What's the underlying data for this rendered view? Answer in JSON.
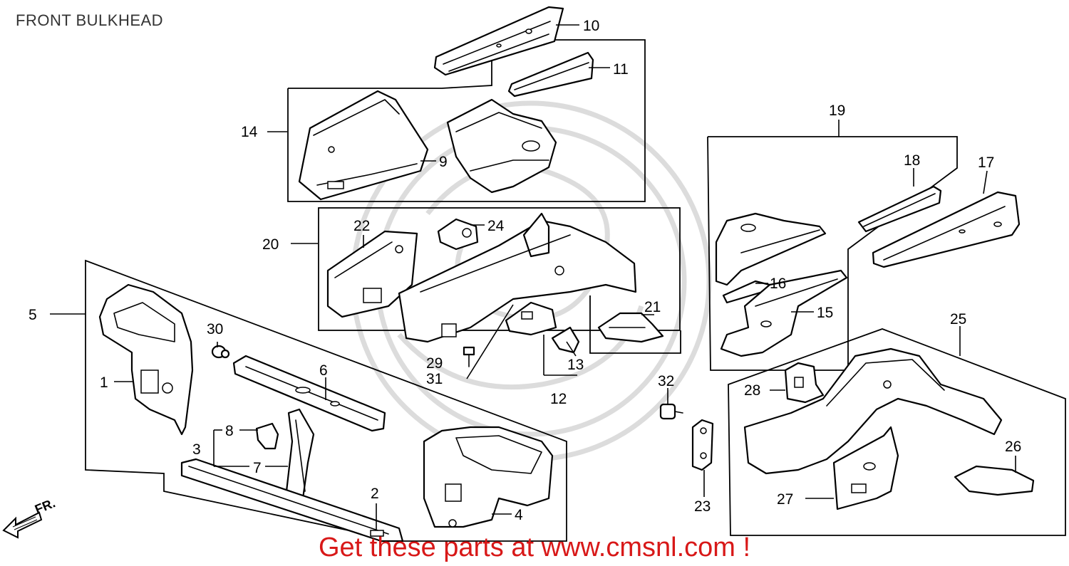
{
  "page_title": "FRONT BULKHEAD",
  "front_arrow_label": "FR.",
  "footer_text": "Get these parts at www.cmsnl.com !",
  "callouts": {
    "c1": "1",
    "c2": "2",
    "c3": "3",
    "c4": "4",
    "c5": "5",
    "c6": "6",
    "c7": "7",
    "c8": "8",
    "c9": "9",
    "c10": "10",
    "c11": "11",
    "c12": "12",
    "c13": "13",
    "c14": "14",
    "c15": "15",
    "c16": "16",
    "c17": "17",
    "c18": "18",
    "c19": "19",
    "c20": "20",
    "c21": "21",
    "c22": "22",
    "c23": "23",
    "c24": "24",
    "c25": "25",
    "c26": "26",
    "c27": "27",
    "c28": "28",
    "c29": "29",
    "c30": "30",
    "c31": "31",
    "c32": "32"
  },
  "colors": {
    "footer": "#d81818",
    "title": "#333333",
    "line": "#000000",
    "watermark": "#dcdcdc"
  }
}
